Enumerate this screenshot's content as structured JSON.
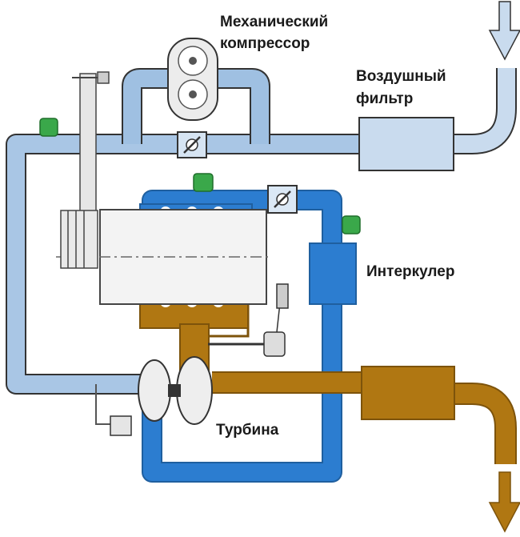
{
  "labels": {
    "compressor_line1": "Механический",
    "compressor_line2": "компрессор",
    "filter_line1": "Воздушный",
    "filter_line2": "фильтр",
    "intercooler": "Интеркулер",
    "turbine": "Турбина"
  },
  "colors": {
    "intake_light": "#c3d6ea",
    "intake_mid": "#8fb6de",
    "charge_blue": "#2c7dd0",
    "exhaust": "#b07712",
    "engine_block": "#f3f3f3",
    "sensor_green": "#3aa84a",
    "outline": "#333333"
  },
  "icons": {
    "air_in": "arrow-down-icon",
    "exhaust_out": "arrow-down-icon",
    "throttle": "butterfly-valve-icon",
    "sensor": "pressure-sensor-icon"
  }
}
